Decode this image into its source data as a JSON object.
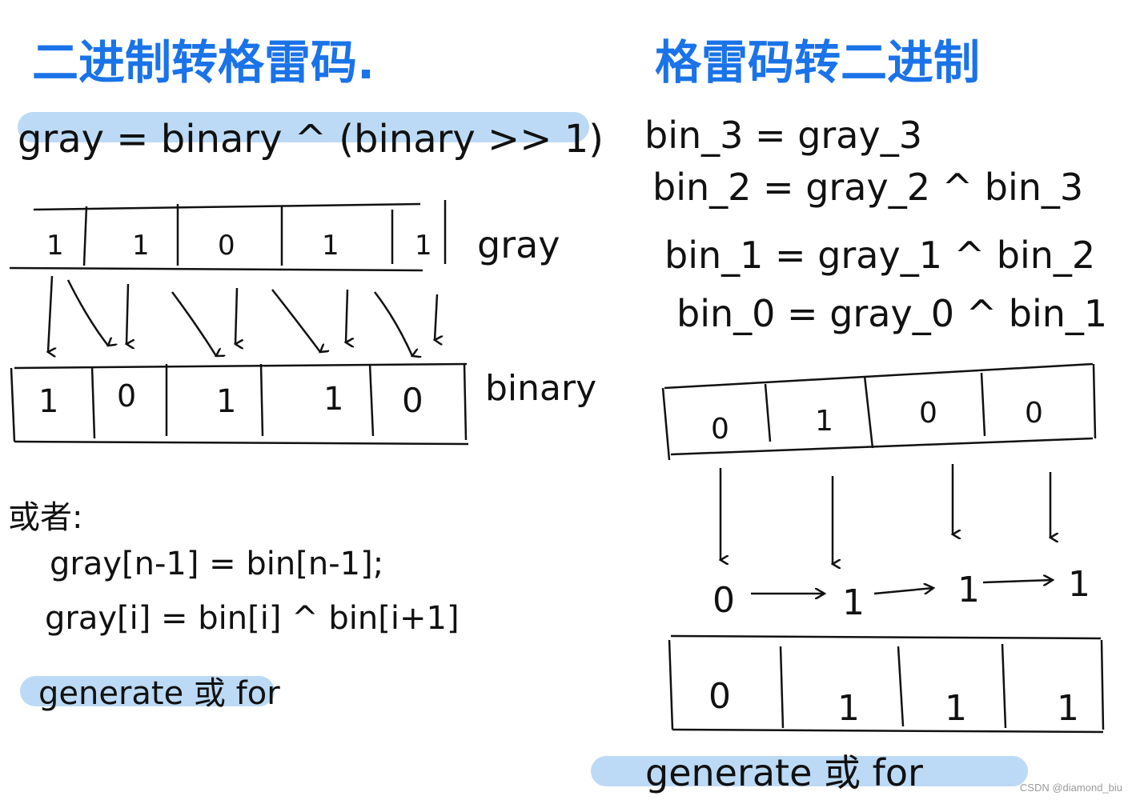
{
  "left": {
    "title": "二进制转格雷码.",
    "formula": "gray = binary ^ (binary >> 1)",
    "gray_label": "gray",
    "gray_bits": [
      "1",
      "1",
      "0",
      "1",
      "1"
    ],
    "binary_label": "binary",
    "binary_bits": [
      "1",
      "0",
      "1",
      "1",
      "0"
    ],
    "or_label": "或者:",
    "alt_line1": "gray[n-1] = bin[n-1];",
    "alt_line2": "gray[i] = bin[i] ^ bin[i+1]",
    "footer": "generate 或 for"
  },
  "right": {
    "title": "格雷码转二进制",
    "eq1": "bin_3 = gray_3",
    "eq2": "bin_2 = gray_2 ^ bin_3",
    "eq3": "bin_1 = gray_1 ^ bin_2",
    "eq4": "bin_0 = gray_0 ^ bin_1",
    "gray_bits": [
      "0",
      "1",
      "0",
      "0"
    ],
    "chain": [
      "0",
      "1",
      "1",
      "1"
    ],
    "binary_bits": [
      "0",
      "1",
      "1",
      "1"
    ],
    "footer": "generate 或 for"
  },
  "watermark": "CSDN @diamond_biu",
  "colors": {
    "title_blue": "#1a73e8",
    "highlight_blue": "#bcdaf5",
    "ink": "#111111"
  }
}
